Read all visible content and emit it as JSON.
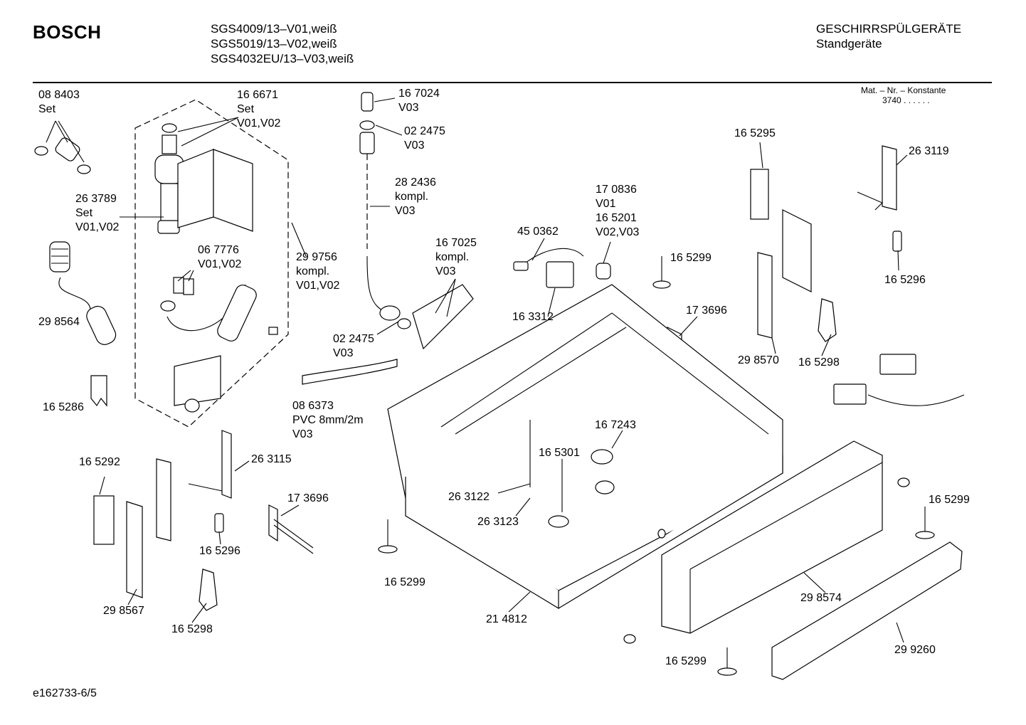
{
  "header": {
    "brand": "BOSCH",
    "models": [
      "SGS4009/13–V01,weiß",
      "SGS5019/13–V02,weiß",
      "SGS4032EU/13–V03,weiß"
    ],
    "category": "GESCHIRRSPÜLGERÄTE",
    "subcategory": "Standgeräte",
    "mat_label": "Mat. – Nr. – Konstante",
    "mat_value": "3740 .  .  .  .  .  ."
  },
  "footer": {
    "doc_id": "e162733-6/5"
  },
  "labels": [
    {
      "id": "088403",
      "lines": [
        "08 8403",
        "Set"
      ]
    },
    {
      "id": "166671",
      "lines": [
        "16 6671",
        "Set",
        "V01,V02"
      ]
    },
    {
      "id": "263789",
      "lines": [
        "26 3789",
        "Set",
        "V01,V02"
      ]
    },
    {
      "id": "067776",
      "lines": [
        "06 7776",
        "V01,V02"
      ]
    },
    {
      "id": "299756",
      "lines": [
        "29 9756",
        "kompl.",
        "V01,V02"
      ]
    },
    {
      "id": "298564",
      "lines": [
        "29 8564"
      ]
    },
    {
      "id": "165286",
      "lines": [
        "16 5286"
      ]
    },
    {
      "id": "167024",
      "lines": [
        "16 7024",
        "V03"
      ]
    },
    {
      "id": "022475a",
      "lines": [
        "02 2475",
        "V03"
      ]
    },
    {
      "id": "282436",
      "lines": [
        "28 2436",
        "kompl.",
        "V03"
      ]
    },
    {
      "id": "167025",
      "lines": [
        "16 7025",
        "kompl.",
        "V03"
      ]
    },
    {
      "id": "022475b",
      "lines": [
        "02 2475",
        "V03"
      ]
    },
    {
      "id": "086373",
      "lines": [
        "08 6373",
        "PVC 8mm/2m",
        "V03"
      ]
    },
    {
      "id": "450362",
      "lines": [
        "45 0362"
      ]
    },
    {
      "id": "170836",
      "lines": [
        "17 0836",
        "V01",
        "16 5201",
        "V02,V03"
      ]
    },
    {
      "id": "163312",
      "lines": [
        "16 3312"
      ]
    },
    {
      "id": "165299a",
      "lines": [
        "16 5299"
      ]
    },
    {
      "id": "165295",
      "lines": [
        "16 5295"
      ]
    },
    {
      "id": "263119",
      "lines": [
        "26 3119"
      ]
    },
    {
      "id": "165296a",
      "lines": [
        "16 5296"
      ]
    },
    {
      "id": "173696a",
      "lines": [
        "17 3696"
      ]
    },
    {
      "id": "298570",
      "lines": [
        "29 8570"
      ]
    },
    {
      "id": "165298a",
      "lines": [
        "16 5298"
      ]
    },
    {
      "id": "167243",
      "lines": [
        "16 7243"
      ]
    },
    {
      "id": "165301",
      "lines": [
        "16 5301"
      ]
    },
    {
      "id": "165292",
      "lines": [
        "16 5292"
      ]
    },
    {
      "id": "263115",
      "lines": [
        "26 3115"
      ]
    },
    {
      "id": "173696b",
      "lines": [
        "17 3696"
      ]
    },
    {
      "id": "165296b",
      "lines": [
        "16 5296"
      ]
    },
    {
      "id": "298567",
      "lines": [
        "29 8567"
      ]
    },
    {
      "id": "165298b",
      "lines": [
        "16 5298"
      ]
    },
    {
      "id": "263122",
      "lines": [
        "26 3122"
      ]
    },
    {
      "id": "263123",
      "lines": [
        "26 3123"
      ]
    },
    {
      "id": "165299b",
      "lines": [
        "16 5299"
      ]
    },
    {
      "id": "214812",
      "lines": [
        "21 4812"
      ]
    },
    {
      "id": "165299c",
      "lines": [
        "16 5299"
      ]
    },
    {
      "id": "298574",
      "lines": [
        "29 8574"
      ]
    },
    {
      "id": "299260",
      "lines": [
        "29 9260"
      ]
    },
    {
      "id": "165299d",
      "lines": [
        "16 5299"
      ]
    }
  ]
}
